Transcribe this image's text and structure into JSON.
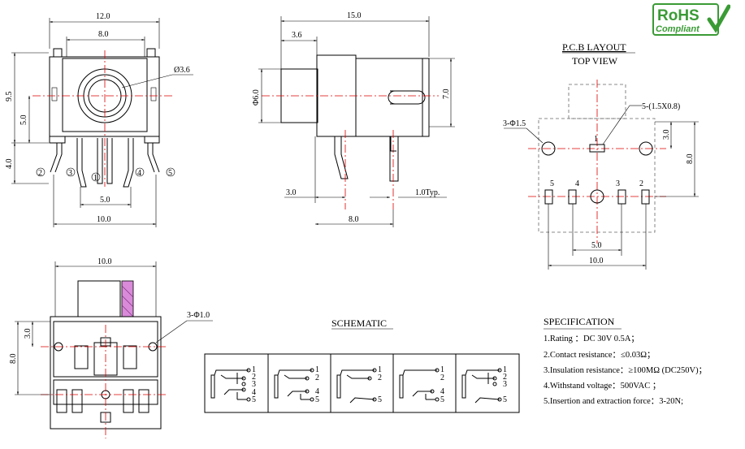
{
  "rohs": {
    "line1": "RoHS",
    "line2": "Compliant",
    "brand_color": "#3a9b35"
  },
  "front_view": {
    "dim_width_top": "12.0",
    "dim_width_inner": "8.0",
    "dim_hole": "Ø3.6",
    "dim_height": "9.5",
    "dim_center": "5.0",
    "dim_leg": "4.0",
    "dim_pin_spacing": "5.0",
    "dim_pin_span": "10.0",
    "pins": [
      "1",
      "2",
      "3",
      "4",
      "5"
    ]
  },
  "side_view": {
    "dim_length": "15.0",
    "dim_front": "3.6",
    "dim_diameter": "Φ6.0",
    "dim_height": "7.0",
    "dim_pin_offset": "3.0",
    "dim_pin_thickness": "1.0Typ.",
    "dim_pin_span": "8.0"
  },
  "pcb_layout": {
    "title": "P.C.B LAYOUT",
    "subtitle": "TOP VIEW",
    "dim_slots": "5-(1.5X0.8)",
    "dim_holes": "3-Φ1.5",
    "dim_offset": "3.0",
    "dim_height": "8.0",
    "dim_pin_spacing": "5.0",
    "dim_width": "10.0",
    "pin_labels": [
      "1",
      "5",
      "4",
      "3",
      "2"
    ]
  },
  "bottom_view": {
    "dim_width": "10.0",
    "dim_holes": "3-Φ1.0",
    "dim_offset": "3.0",
    "dim_height": "8.0"
  },
  "schematic": {
    "title": "SCHEMATIC",
    "cells": [
      {
        "labels": [
          "1",
          "2",
          "3",
          "4",
          "5"
        ]
      },
      {
        "labels": [
          "1",
          "2",
          "4",
          "5"
        ]
      },
      {
        "labels": [
          "1",
          "2",
          "5"
        ]
      },
      {
        "labels": [
          "1",
          "2",
          "4",
          "5"
        ]
      },
      {
        "labels": [
          "1",
          "2",
          "3",
          "5"
        ]
      }
    ]
  },
  "specification": {
    "title": "SPECIFICATION",
    "items": [
      "1.Rating ：DC 30V 0.5A；",
      "2.Contact resistance：≤0.03Ω；",
      "3.Insulation resistance：≥100MΩ (DC250V)；",
      "4.Withstand voltage：500VAC ；",
      "5.Insertion and extraction force：3-20N;"
    ]
  }
}
